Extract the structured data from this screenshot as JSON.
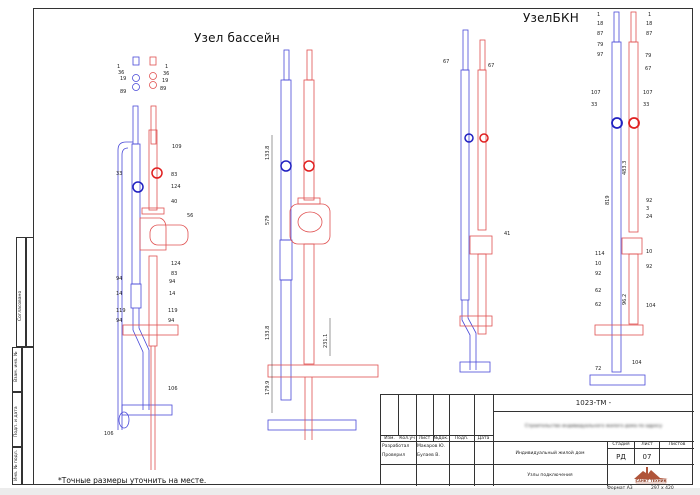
{
  "drawing": {
    "titles": {
      "pool_node": "Узел бассейн",
      "bkn_node": "УзелБКН"
    },
    "note": "*Точные размеры уточнить на месте.",
    "pool_left_labels_blue": [
      "1",
      "36",
      "19",
      "89",
      "33",
      "94",
      "14",
      "119",
      "94",
      "106"
    ],
    "pool_left_labels_red": [
      "1",
      "36",
      "19",
      "89",
      "109",
      "83",
      "124",
      "40",
      "56",
      "124",
      "83",
      "94",
      "14",
      "119",
      "94",
      "106"
    ],
    "pool_dimensions": [
      "133.8",
      "579",
      "133.8",
      "179.9",
      "231.1"
    ],
    "bkn_left_labels": [
      "67",
      "67",
      "41"
    ],
    "bkn_right_labels_blue": [
      "1",
      "18",
      "87",
      "79",
      "97",
      "107",
      "33",
      "114",
      "10",
      "92",
      "62",
      "62",
      "72"
    ],
    "bkn_right_labels_red": [
      "1",
      "18",
      "87",
      "79",
      "67",
      "107",
      "33",
      "92",
      "3",
      "24",
      "10",
      "92",
      "104",
      "104"
    ],
    "bkn_dimensions": [
      "819",
      "483.3",
      "96.2"
    ]
  },
  "side_stamp": {
    "agreed": "Согласовано",
    "inv_replaced": "Взам. инв. №",
    "sign_date": "Подп. и дата",
    "inv_original": "Инв. № подл."
  },
  "title_block": {
    "doc_code": "1023-ТМ -",
    "project_blurred": "Строительство индивидуального жилого дома по адресу",
    "columns": [
      "Изм.",
      "Кол.уч",
      "Лист",
      "№Док.",
      "Подп.",
      "Дата"
    ],
    "rows": [
      {
        "role": "Разработал",
        "name": "Макаров Ю."
      },
      {
        "role": "Проверил",
        "name": "Булаев В."
      }
    ],
    "object_name": "Индивидуальный жилой дом",
    "sheet_name": "Узлы подключения",
    "stage_label": "Стадия",
    "sheet_label": "Лист",
    "sheets_label": "Листов",
    "stage_value": "РД",
    "sheet_value": "07",
    "sheets_value": "",
    "company": "САНКТ ТЕХНИК",
    "format_label": "Формат А3",
    "format_size": "297 х 420"
  },
  "colors": {
    "cold": "#3a3ad0",
    "hot": "#e04040",
    "line": "#333333"
  }
}
